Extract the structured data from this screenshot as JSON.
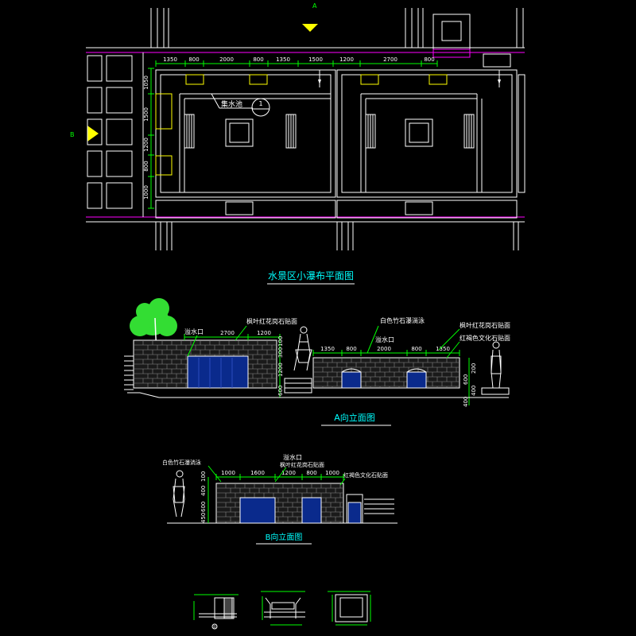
{
  "colors": {
    "background": "#000000",
    "line": "#ffffff",
    "wall": "#c0c0c0",
    "dim": "#00ff00",
    "magenta": "#ff00ff",
    "cyan": "#00ffff",
    "yellow": "#ffff00",
    "blue_water": "#0a2a8c",
    "tree": "#33dd33"
  },
  "plan": {
    "marker_a": "A",
    "marker_b": "B",
    "top_dims": [
      "1350",
      "800",
      "2000",
      "800",
      "1350",
      "1500",
      "1200",
      "2700",
      "800"
    ],
    "left_dims": [
      "1050",
      "1500",
      "1200",
      "800",
      "1000"
    ],
    "pool_label": "集水池",
    "callout_number": "1",
    "title": "水景区小瀑布平面图"
  },
  "elev_a": {
    "title": "A向立面图",
    "overflow_label": "溢水口",
    "dim_2700": "2700",
    "dim_1200": "1200",
    "stone_label": "枫叶红花岗石贴面",
    "wall_label": "白色竹石瀑淌泳",
    "overflow2_label": "溢水口",
    "stone2_label": "枫叶红花岗石贴面",
    "culture_label": "红褐色文化石贴面",
    "dims_lower": [
      "1350",
      "800",
      "2000",
      "800",
      "1350"
    ],
    "vert_dims": [
      "100",
      "300",
      "1200",
      "600"
    ],
    "vert_dims_right": [
      "200",
      "600",
      "400",
      "400"
    ]
  },
  "elev_b": {
    "title": "B向立面图",
    "wall_label": "白色竹石瀑淌泳",
    "overflow_label": "溢水口",
    "stone_label": "枫叶红花岗石贴面",
    "culture_label": "红褐色文化石贴面",
    "dims": [
      "1000",
      "1600",
      "1200",
      "800",
      "1000"
    ],
    "vert_dims": [
      "100",
      "400",
      "600",
      "450"
    ]
  },
  "details": {
    "caption1": "①",
    "caption2": "",
    "caption3": ""
  }
}
